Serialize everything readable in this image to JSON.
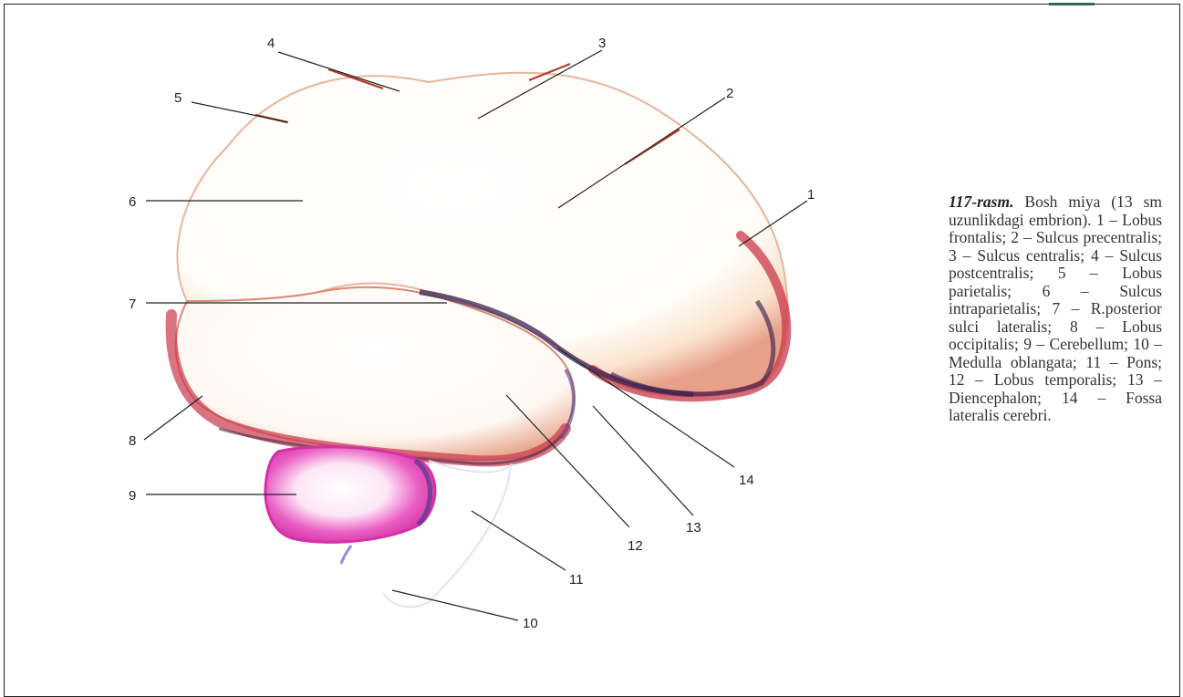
{
  "figure": {
    "labels": [
      {
        "id": "1",
        "text": "1"
      },
      {
        "id": "2",
        "text": "2"
      },
      {
        "id": "3",
        "text": "3"
      },
      {
        "id": "4",
        "text": "4"
      },
      {
        "id": "5",
        "text": "5"
      },
      {
        "id": "6",
        "text": "6"
      },
      {
        "id": "7",
        "text": "7"
      },
      {
        "id": "8",
        "text": "8"
      },
      {
        "id": "9",
        "text": "9"
      },
      {
        "id": "10",
        "text": "10"
      },
      {
        "id": "11",
        "text": "11"
      },
      {
        "id": "12",
        "text": "12"
      },
      {
        "id": "13",
        "text": "13"
      },
      {
        "id": "14",
        "text": "14"
      }
    ],
    "colors": {
      "cortex_fill": "#fffaf4",
      "cortex_edge": "#c9384a",
      "cortex_dark": "#3b2450",
      "cerebellum": "#e040b4",
      "leader_accent": "#b8392e"
    }
  },
  "caption": {
    "figure_number": "117-rasm.",
    "title": " Bosh miya (13 sm uzunlikdagi embrion).",
    "items": [
      "1 – Lobus frontalis;",
      "2 – Sulcus precentralis;",
      "3 – Sulcus centralis;",
      "4 – Sulcus postcentralis;",
      "5 – Lobus parietalis;",
      "6 – Sulcus intraparietalis;",
      "7 – R.posterior sulci lateralis;",
      "8 – Lobus occipitalis;",
      "9 – Cerebellum;",
      "10 – Medulla oblangata;",
      "11 – Pons;",
      "12 – Lobus temporalis;",
      "13 – Diencephalon;",
      "14 – Fossa lateralis cerebri."
    ]
  }
}
